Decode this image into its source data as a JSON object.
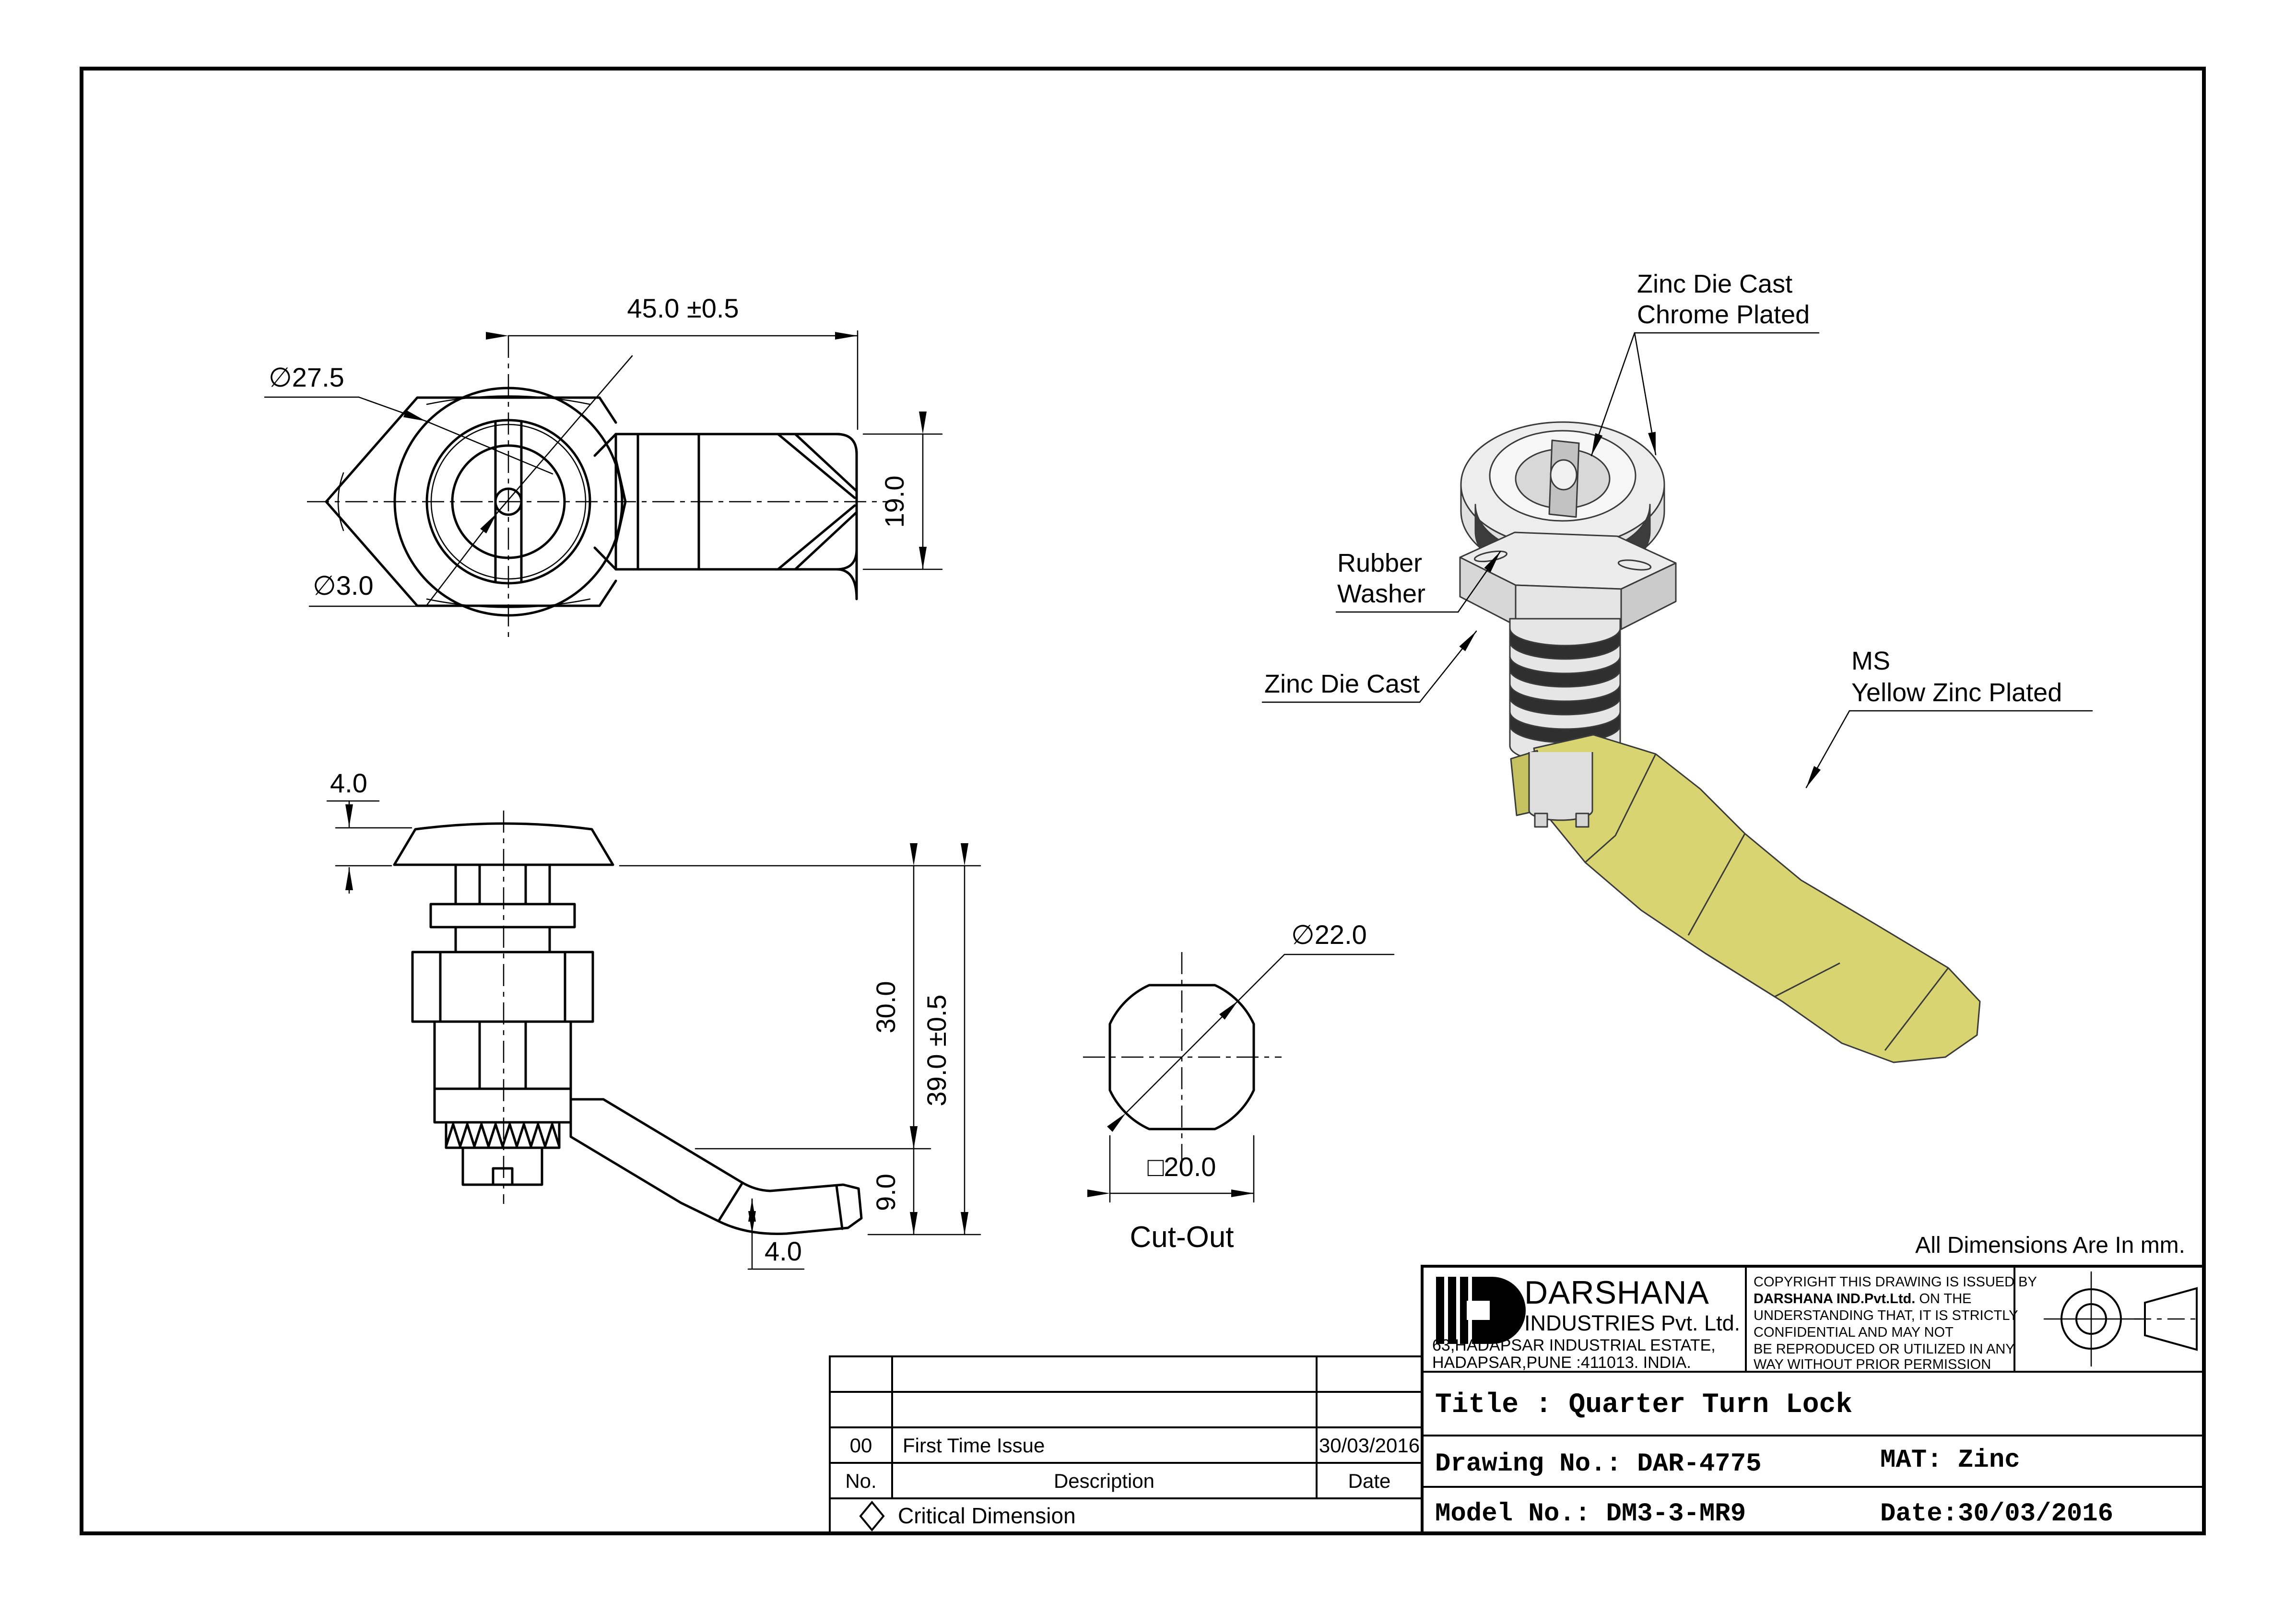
{
  "colors": {
    "ink": "#000000",
    "paper": "#ffffff",
    "lever_yellow_light": "#d8d472",
    "lever_yellow_mid": "#c6c160",
    "lever_yellow_dark": "#a19a4a",
    "rubber_dark": "#3c3c3c",
    "metal_light": "#ececec",
    "metal_mid": "#dcdcdc",
    "metal_dark": "#c9c9c9"
  },
  "note_units": "All Dimensions Are In mm.",
  "front_view": {
    "dim_length": "45.0 ±0.5",
    "dia_outer": "∅27.5",
    "dia_hole": "∅3.0",
    "dim_height": "19.0"
  },
  "vertical_view": {
    "dim_head_height": "4.0",
    "dim_body_length": "30.0",
    "dim_overall_length": "39.0 ±0.5",
    "dim_lever_offset": "9.0",
    "dim_lever_thickness": "4.0"
  },
  "cutout_view": {
    "dia": "∅22.0",
    "square": "□20.0",
    "label": "Cut-Out"
  },
  "iso_view": {
    "label_cap_line1": "Zinc Die Cast",
    "label_cap_line2": "Chrome Plated",
    "label_washer_line1": "Rubber",
    "label_washer_line2": "Washer",
    "label_body": "Zinc Die Cast",
    "label_lever_line1": "MS",
    "label_lever_line2": "Yellow Zinc Plated"
  },
  "title_block": {
    "company_name": "DARSHANA",
    "company_type": "INDUSTRIES Pvt. Ltd.",
    "address_line1": "63,HADAPSAR INDUSTRIAL ESTATE,",
    "address_line2": "HADAPSAR,PUNE :411013. INDIA.",
    "copyright_line1": "COPYRIGHT THIS DRAWING IS ISSUED BY",
    "copyright_line2_bold": "DARSHANA IND.Pvt.Ltd.",
    "copyright_line2_rest": " ON THE",
    "copyright_line3": "UNDERSTANDING THAT, IT IS STRICTLY",
    "copyright_line4": "CONFIDENTIAL AND MAY NOT",
    "copyright_line5": "BE REPRODUCED OR UTILIZED IN ANY",
    "copyright_line6": "WAY WITHOUT PRIOR PERMISSION",
    "title": "Title : Quarter Turn Lock",
    "drawing_no": "Drawing No.: DAR-4775",
    "material": "MAT: Zinc",
    "model_no": "Model No.: DM3-3-MR9",
    "date": "Date:30/03/2016"
  },
  "revision_table": {
    "header_no": "No.",
    "header_description": "Description",
    "header_date": "Date",
    "rows": [
      {
        "no": "00",
        "description": "First Time Issue",
        "date": "30/03/2016"
      }
    ],
    "legend": "Critical Dimension"
  }
}
